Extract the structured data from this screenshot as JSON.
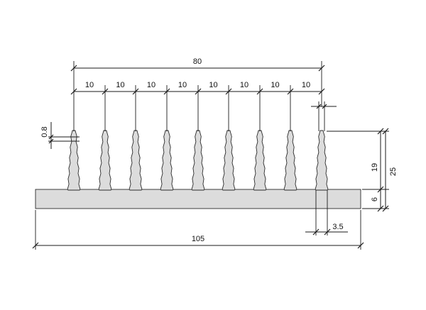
{
  "drawing": {
    "overall_fin_span": "80",
    "fin_pitch_labels": [
      "10",
      "10",
      "10",
      "10",
      "10",
      "10",
      "10",
      "10"
    ],
    "fin_tip_width": "0.8",
    "total_height": "25",
    "fin_height": "19",
    "base_thickness": "6",
    "fin_base_width": "3.5",
    "total_width": "105"
  },
  "colors": {
    "profile_fill": "#dcdcdc",
    "line": "#1a1a1a"
  }
}
